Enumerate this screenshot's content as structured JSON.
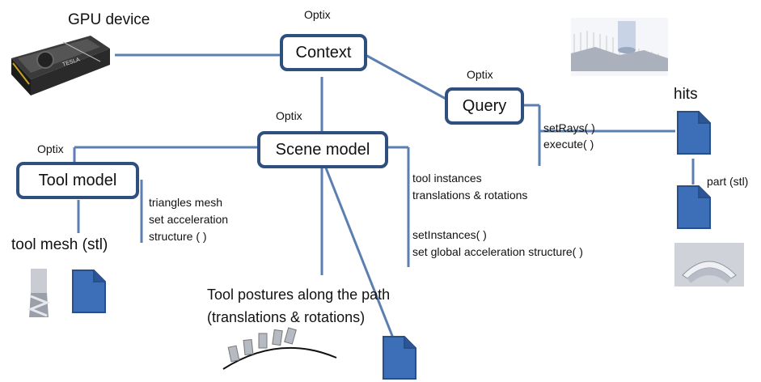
{
  "nodes": {
    "context": "Context",
    "query": "Query",
    "scene_model": "Scene model",
    "tool_model": "Tool model"
  },
  "tags": {
    "context": "Optix",
    "query": "Optix",
    "scene_model": "Optix",
    "tool_model": "Optix"
  },
  "labels": {
    "gpu_device": "GPU device",
    "hits": "hits",
    "part_stl": "part (stl)",
    "tool_mesh_stl": "tool mesh (stl)",
    "query_calls": [
      "setRays( )",
      "execute( )"
    ],
    "tool_model_notes": [
      "triangles mesh",
      "set acceleration",
      "structure ( )"
    ],
    "scene_inputs": [
      "tool instances",
      "translations & rotations"
    ],
    "scene_calls": [
      "setInstances( )",
      "set global acceleration structure( )"
    ],
    "postures": [
      "Tool postures along the path",
      "(translations & rotations)"
    ]
  },
  "gpu_brand_text": "TESLA",
  "colors": {
    "box_border": "#2f4f7f",
    "connector": "#5b7fb0",
    "document": "#3d6fb8"
  }
}
